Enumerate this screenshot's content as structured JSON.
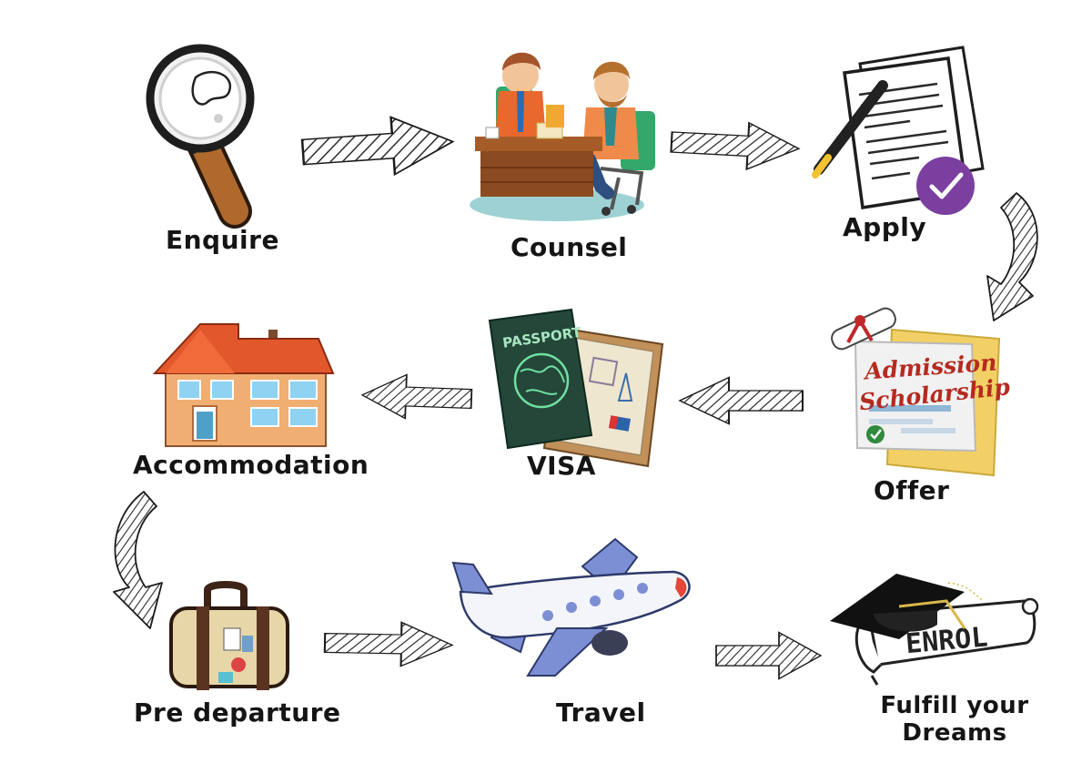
{
  "steps": [
    {
      "id": "enquire",
      "label": "Enquire",
      "icon": "magnifying-glass-icon"
    },
    {
      "id": "counsel",
      "label": "Counsel",
      "icon": "counselling-meeting-icon"
    },
    {
      "id": "apply",
      "label": "Apply",
      "icon": "application-form-icon"
    },
    {
      "id": "offer",
      "label": "Offer",
      "icon": "offer-letter-icon"
    },
    {
      "id": "visa",
      "label": "VISA",
      "icon": "passport-icon"
    },
    {
      "id": "accommodation",
      "label": "Accommodation",
      "icon": "house-icon"
    },
    {
      "id": "pre-departure",
      "label": "Pre departure",
      "icon": "suitcase-icon"
    },
    {
      "id": "travel",
      "label": "Travel",
      "icon": "airplane-icon"
    },
    {
      "id": "dreams",
      "label_line1": "Fulfill your",
      "label_line2": "Dreams",
      "icon": "graduation-cap-scroll-icon"
    }
  ],
  "illustration_text": {
    "passport": "PASSPORT",
    "offer_line1": "Admission",
    "offer_line2": "Scholarship",
    "enrol": "ENROL"
  },
  "colors": {
    "check_badge": "#7b3fa0",
    "roof": "#e2572c",
    "wall": "#f1ae72",
    "passport": "#24473a",
    "plane_accent": "#7d8fd4",
    "folder": "#f2d065",
    "desk": "#8b4a20"
  }
}
